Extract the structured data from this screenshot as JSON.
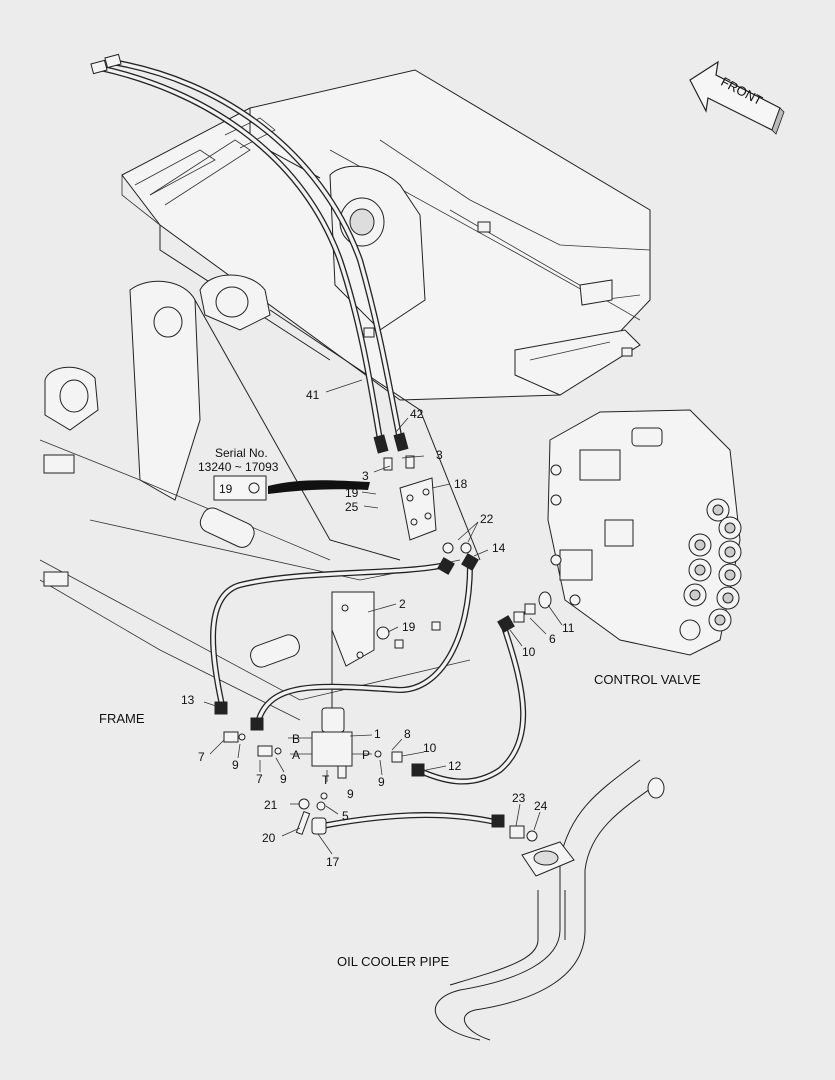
{
  "diagram": {
    "front_arrow_label": "FRONT",
    "serial": {
      "title": "Serial No.",
      "range": "13240 ~ 17093",
      "part": "19"
    },
    "areas": {
      "control_valve": "CONTROL VALVE",
      "frame": "FRAME",
      "oil_cooler_pipe": "OIL COOLER PIPE"
    },
    "ports": {
      "B": "B",
      "A": "A",
      "P": "P",
      "T": "T"
    },
    "callouts": {
      "c41": "41",
      "c42": "42",
      "c3a": "3",
      "c3b": "3",
      "c18": "18",
      "c19a": "19",
      "c25": "25",
      "c22": "22",
      "c14": "14",
      "c2": "2",
      "c19b": "19",
      "c6": "6",
      "c11": "11",
      "c10a": "10",
      "c13": "13",
      "c1": "1",
      "c8": "8",
      "c10b": "10",
      "c12": "12",
      "c7a": "7",
      "c9a": "9",
      "c7b": "7",
      "c9b": "9",
      "c9c": "9",
      "c9d": "9",
      "c21": "21",
      "c5": "5",
      "c20": "20",
      "c17": "17",
      "c23": "23",
      "c24": "24"
    }
  }
}
